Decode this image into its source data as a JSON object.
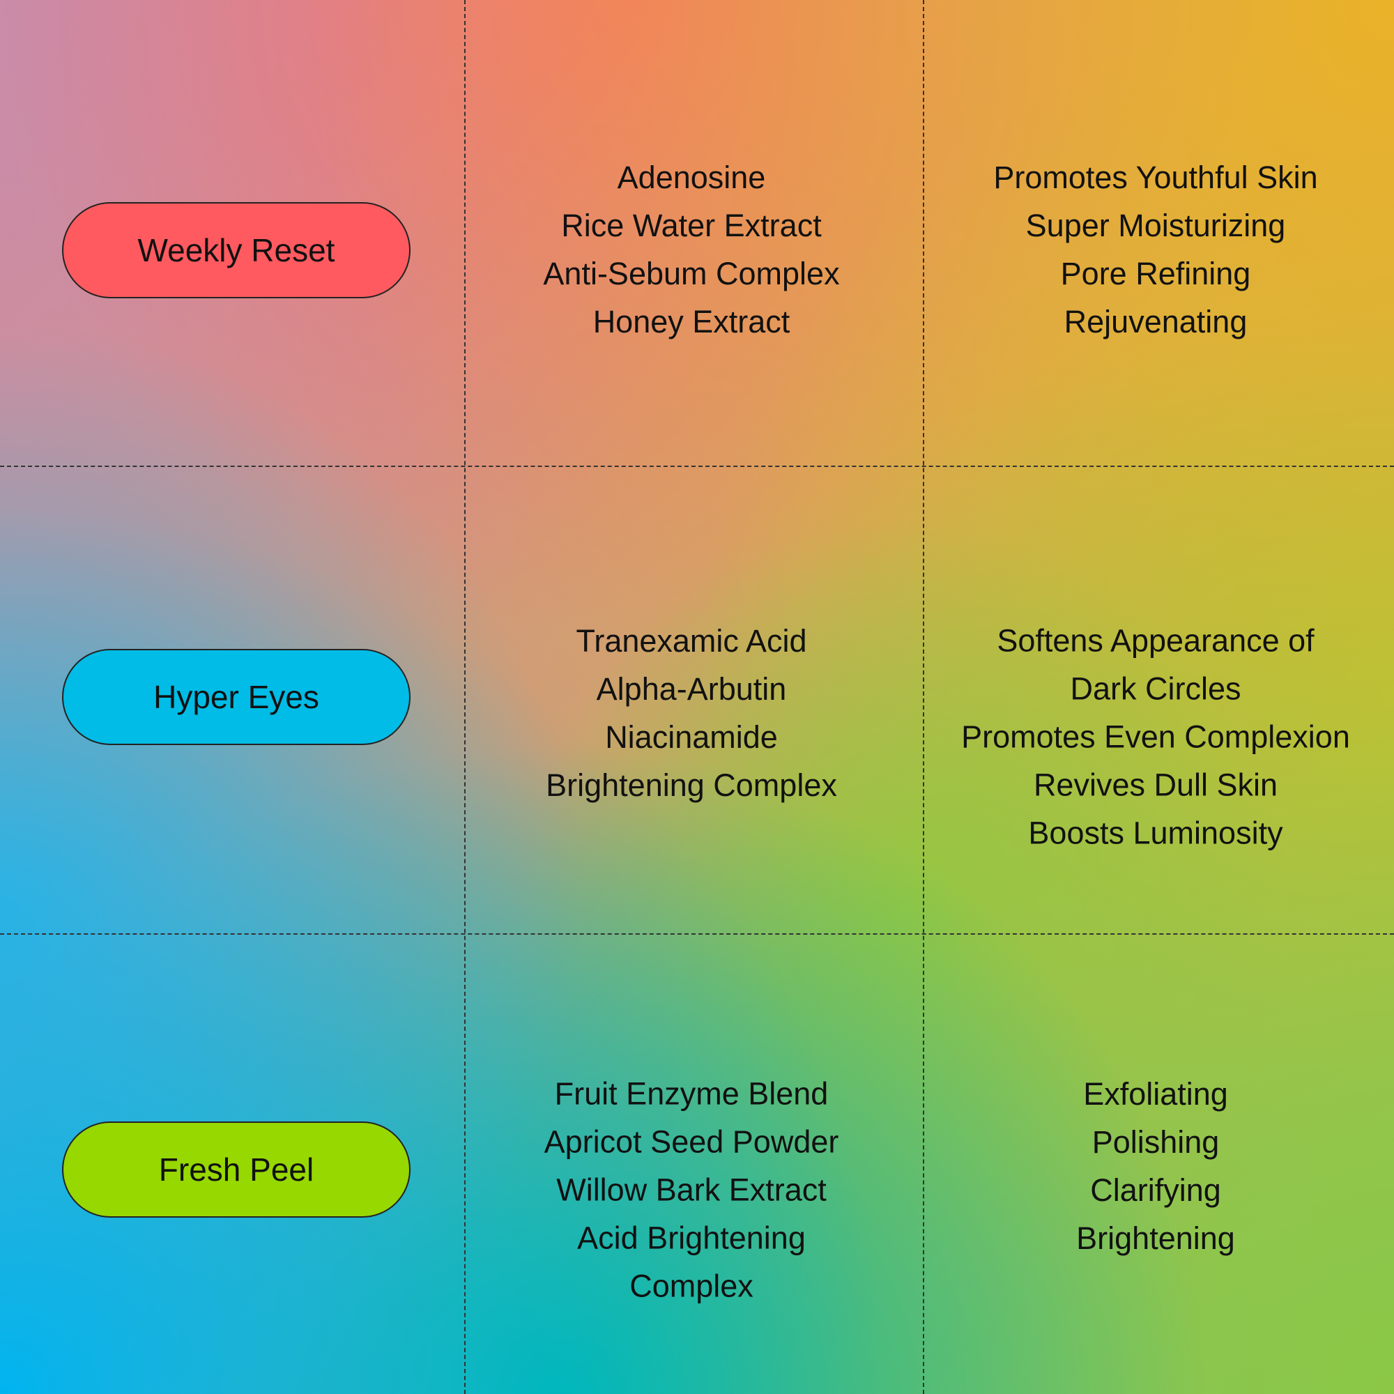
{
  "rows": [
    {
      "name": "Weekly Reset",
      "color": "#ff5a5f",
      "ingredients": [
        "Adenosine",
        "Rice Water Extract",
        "Anti-Sebum Complex",
        "Honey Extract"
      ],
      "benefits": [
        "Promotes Youthful Skin",
        "Super Moisturizing",
        "Pore Refining",
        "Rejuvenating"
      ]
    },
    {
      "name": "Hyper Eyes",
      "color": "#00bce6",
      "ingredients": [
        "Tranexamic Acid",
        "Alpha-Arbutin",
        "Niacinamide",
        "Brightening Complex"
      ],
      "benefits": [
        "Softens Appearance of",
        "Dark Circles",
        "Promotes Even Complexion",
        "Revives Dull Skin",
        "Boosts Luminosity"
      ]
    },
    {
      "name": "Fresh Peel",
      "color": "#96d800",
      "ingredients": [
        "Fruit Enzyme Blend",
        "Apricot Seed Powder",
        "Willow Bark Extract",
        "Acid Brightening",
        "Complex"
      ],
      "benefits": [
        "Exfoliating",
        "Polishing",
        "Clarifying",
        "Brightening"
      ]
    }
  ]
}
